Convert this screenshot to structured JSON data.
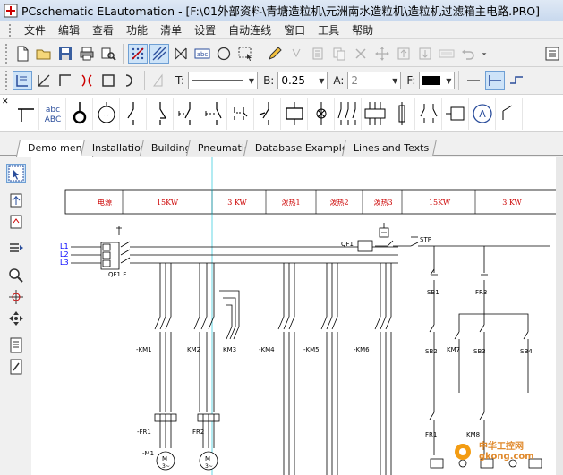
{
  "window": {
    "title": "PCschematic ELautomation - [F:\\01外部资料\\青塘造粒机\\元洲南水造粒机\\造粒机过滤箱主电路.PRO]"
  },
  "menu": [
    "文件",
    "编辑",
    "查看",
    "功能",
    "清单",
    "设置",
    "自动连线",
    "窗口",
    "工具",
    "帮助"
  ],
  "toolbar2": {
    "t_label": "T:",
    "b_label": "B:",
    "b_value": "0.25",
    "a_label": "A:",
    "a_value": "2",
    "f_label": "F:",
    "f_color": "#000000"
  },
  "tabs": [
    "Demo menu",
    "Installation",
    "Building",
    "Pneumatic",
    "Database Examples",
    "Lines and Texts"
  ],
  "active_tab": "Demo menu",
  "drawing": {
    "header_cells": [
      "电源",
      "15KW",
      "3 KW",
      "泼热1",
      "泼热2",
      "泼热3",
      "15KW",
      "3 KW"
    ],
    "phases": [
      "L1",
      "L2",
      "L3"
    ],
    "labels": {
      "qf1f": "QF1 F",
      "qf1": "QF1",
      "stp": "STP",
      "km1": "-KM1",
      "km2": "KM2",
      "km3": "KM3",
      "km4": "-KM4",
      "km5": "-KM5",
      "km6": "-KM6",
      "fr1a": "-FR1",
      "fr2": "FR2",
      "m1": "-M1",
      "sb1": "SB1",
      "fr3": "FR3",
      "sb2": "SB2",
      "km7": "KM7",
      "sb3": "SB3",
      "sb4": "SB4",
      "fr1b": "FR1",
      "km8": "KM8",
      "m": "M",
      "tilde": "3~"
    }
  },
  "watermark": {
    "line1": "中华工控网",
    "line2": "gkong.com"
  }
}
